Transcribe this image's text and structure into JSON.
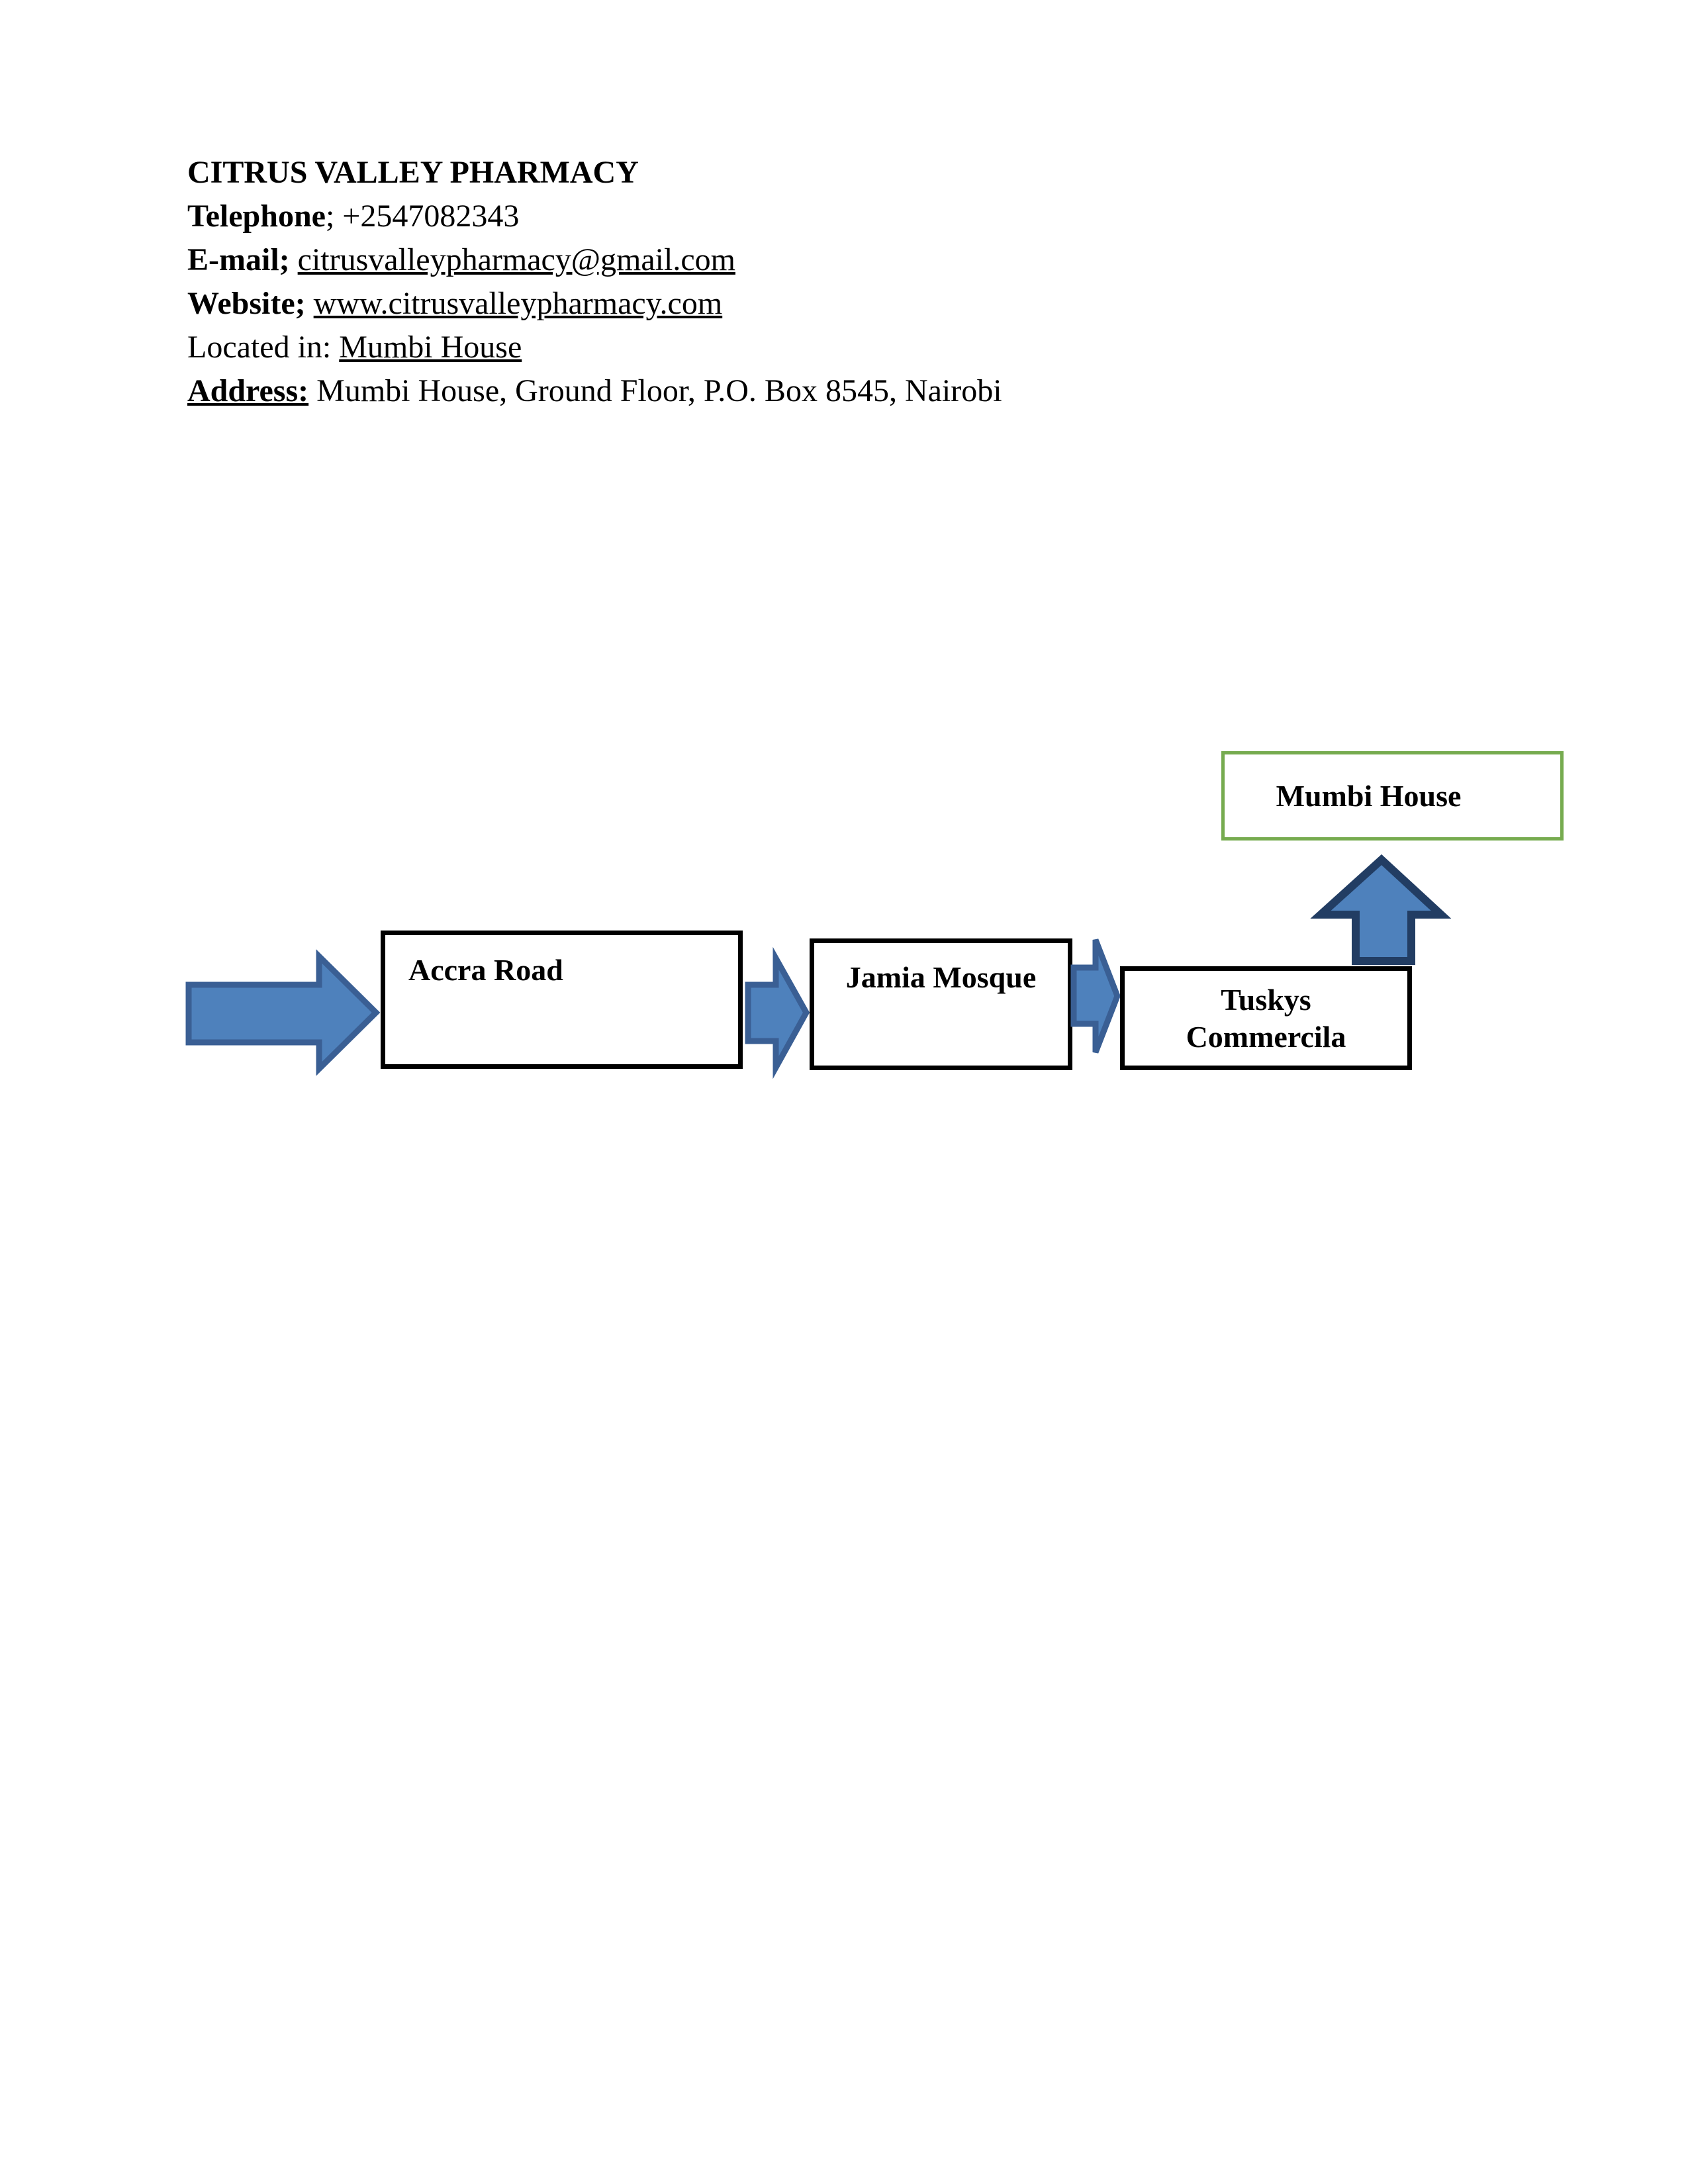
{
  "header": {
    "title": "CITRUS VALLEY PHARMACY",
    "telephone_label": "Telephone",
    "telephone_value": "; +2547082343",
    "email_label": "E-mail;",
    "email_value": "citrusvalleypharmacy@gmail.com",
    "website_label": "Website;",
    "website_value": "www.citrusvalleypharmacy.com",
    "located_label": "Located in:",
    "located_value": "Mumbi House",
    "address_label": "Address:",
    "address_value": "Mumbi House, Ground Floor, P.O. Box 8545, Nairobi"
  },
  "diagram": {
    "destination_label": "Mumbi House",
    "landmark_1": "Accra Road",
    "landmark_2": "Jamia Mosque",
    "landmark_3": "Tuskys Commercila"
  },
  "colors": {
    "arrow_fill": "#4e81bc",
    "arrow_border": "#3a5f94",
    "up_arrow_border": "#223d63",
    "destination_border": "#76ab4f",
    "box_border": "#000000",
    "text_color": "#000000",
    "page_bg": "#ffffff"
  }
}
